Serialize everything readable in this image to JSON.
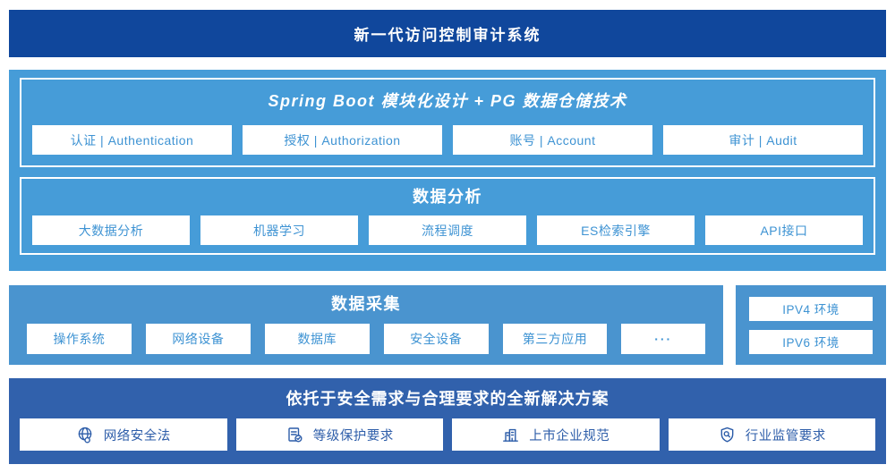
{
  "banner": {
    "title": "新一代访问控制审计系统"
  },
  "platform": {
    "modules_section": {
      "title": "Spring Boot 模块化设计 + PG 数据仓储技术",
      "items": [
        "认证 | Authentication",
        "授权 | Authorization",
        "账号 | Account",
        "审计 | Audit"
      ]
    },
    "analysis_section": {
      "title": "数据分析",
      "items": [
        "大数据分析",
        "机器学习",
        "流程调度",
        "ES检索引擎",
        "API接口"
      ]
    }
  },
  "collection": {
    "title": "数据采集",
    "items": [
      "操作系统",
      "网络设备",
      "数据库",
      "安全设备",
      "第三方应用"
    ],
    "more": "···"
  },
  "environments": {
    "items": [
      "IPV4 环境",
      "IPV6 环境"
    ]
  },
  "solution": {
    "title": "依托于安全需求与合理要求的全新解决方案",
    "items": [
      {
        "icon": "globe-icon",
        "label": "网络安全法"
      },
      {
        "icon": "document-check-icon",
        "label": "等级保护要求"
      },
      {
        "icon": "building-icon",
        "label": "上市企业规范"
      },
      {
        "icon": "shield-search-icon",
        "label": "行业监管要求"
      }
    ]
  },
  "colors": {
    "banner_bg": "#10479c",
    "platform_bg": "#469cd8",
    "collection_bg": "#4a94cf",
    "solution_bg": "#3161ac",
    "box_text": "#3e93d3",
    "solution_text": "#2d5da9"
  }
}
